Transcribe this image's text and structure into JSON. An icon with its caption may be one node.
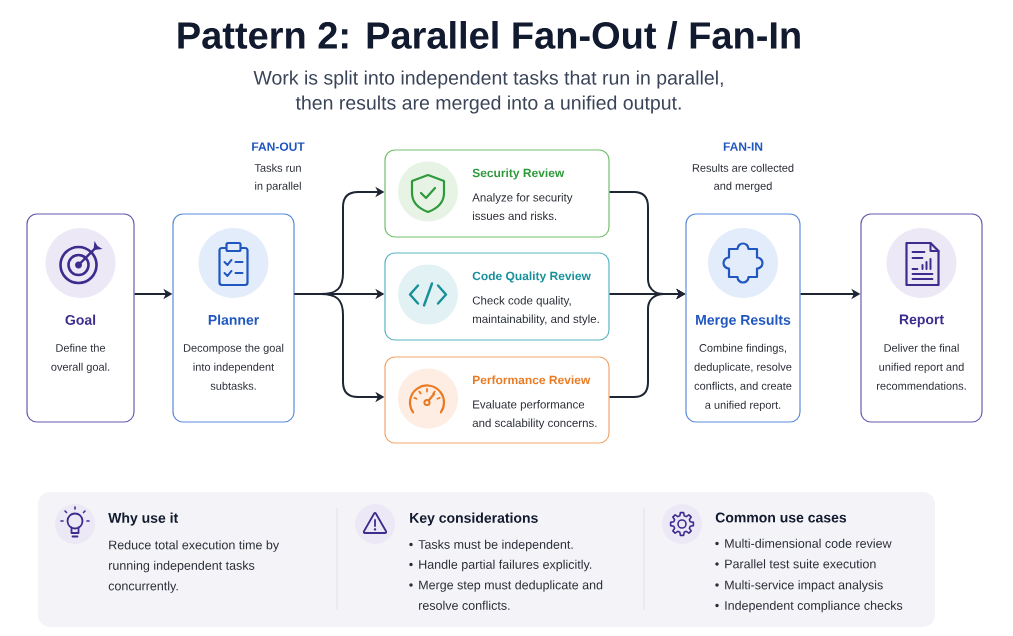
{
  "diagram": {
    "title": "Pattern 2: Parallel Fan-Out / Fan-In",
    "nodes": [
      {
        "text": [
          "Goal",
          "Define the overall goal."
        ]
      },
      {
        "text": [
          "Planner",
          "Decompose the goal into independent subtasks."
        ]
      },
      {
        "text": [
          "Security Review",
          "Analyze for security issues and risks."
        ]
      },
      {
        "text": [
          "Code Quality Review",
          "Check code quality, maintainability, and style."
        ]
      },
      {
        "text": [
          "Performance Review",
          "Evaluate performance and scalability concerns."
        ]
      },
      {
        "text": [
          "Merge Results",
          "Combine findings, deduplicate, resolve conflicts, and create a unified report."
        ]
      },
      {
        "text": [
          "Report",
          "Deliver the final unified report and recommendations."
        ]
      },
      {
        "text": [
          "Why use it",
          "Reduce total execution time by running independent tasks concurrently.",
          "Key considerations",
          "Tasks must be independent.",
          "Handle partial failures explicitly.",
          "Merge step must deduplicate and resolve conflicts.",
          "Common use cases",
          "Multi-dimensional code review",
          "Parallel test suite execution",
          "Multi-service impact analysis",
          "Independent compliance checks"
        ]
      }
    ],
    "edges": [
      {
        "from": 0,
        "to": 1,
        "arrow": "to"
      },
      {
        "from": 1,
        "to": 2,
        "arrow": "to"
      },
      {
        "from": 1,
        "to": 3,
        "arrow": "to"
      },
      {
        "from": 1,
        "to": 4,
        "arrow": "to"
      },
      {
        "from": 2,
        "to": 5,
        "arrow": "to"
      },
      {
        "from": 3,
        "to": 5,
        "arrow": "to"
      },
      {
        "from": 4,
        "to": 5,
        "arrow": "to"
      },
      {
        "from": 5,
        "to": 6,
        "arrow": "to"
      }
    ],
    "labels": [
      "Work is split into independent tasks that run in parallel, then results are merged into a unified output.",
      "FAN-OUT",
      "Tasks run in parallel",
      "FAN-IN",
      "Results are collected and merged"
    ]
  }
}
